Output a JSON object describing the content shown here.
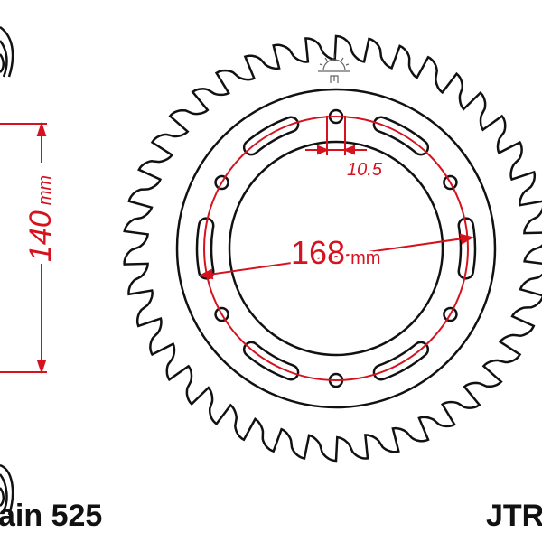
{
  "diagram": {
    "dimension_140": "140",
    "dimension_140_unit": "mm",
    "dimension_168": "168",
    "dimension_168_unit": "mm",
    "dimension_hole": "10.5",
    "chain_label": "ain 525",
    "part_label": "JTR",
    "teeth_count": 42,
    "colors": {
      "outline": "#111111",
      "dimension": "#d6121f"
    }
  }
}
